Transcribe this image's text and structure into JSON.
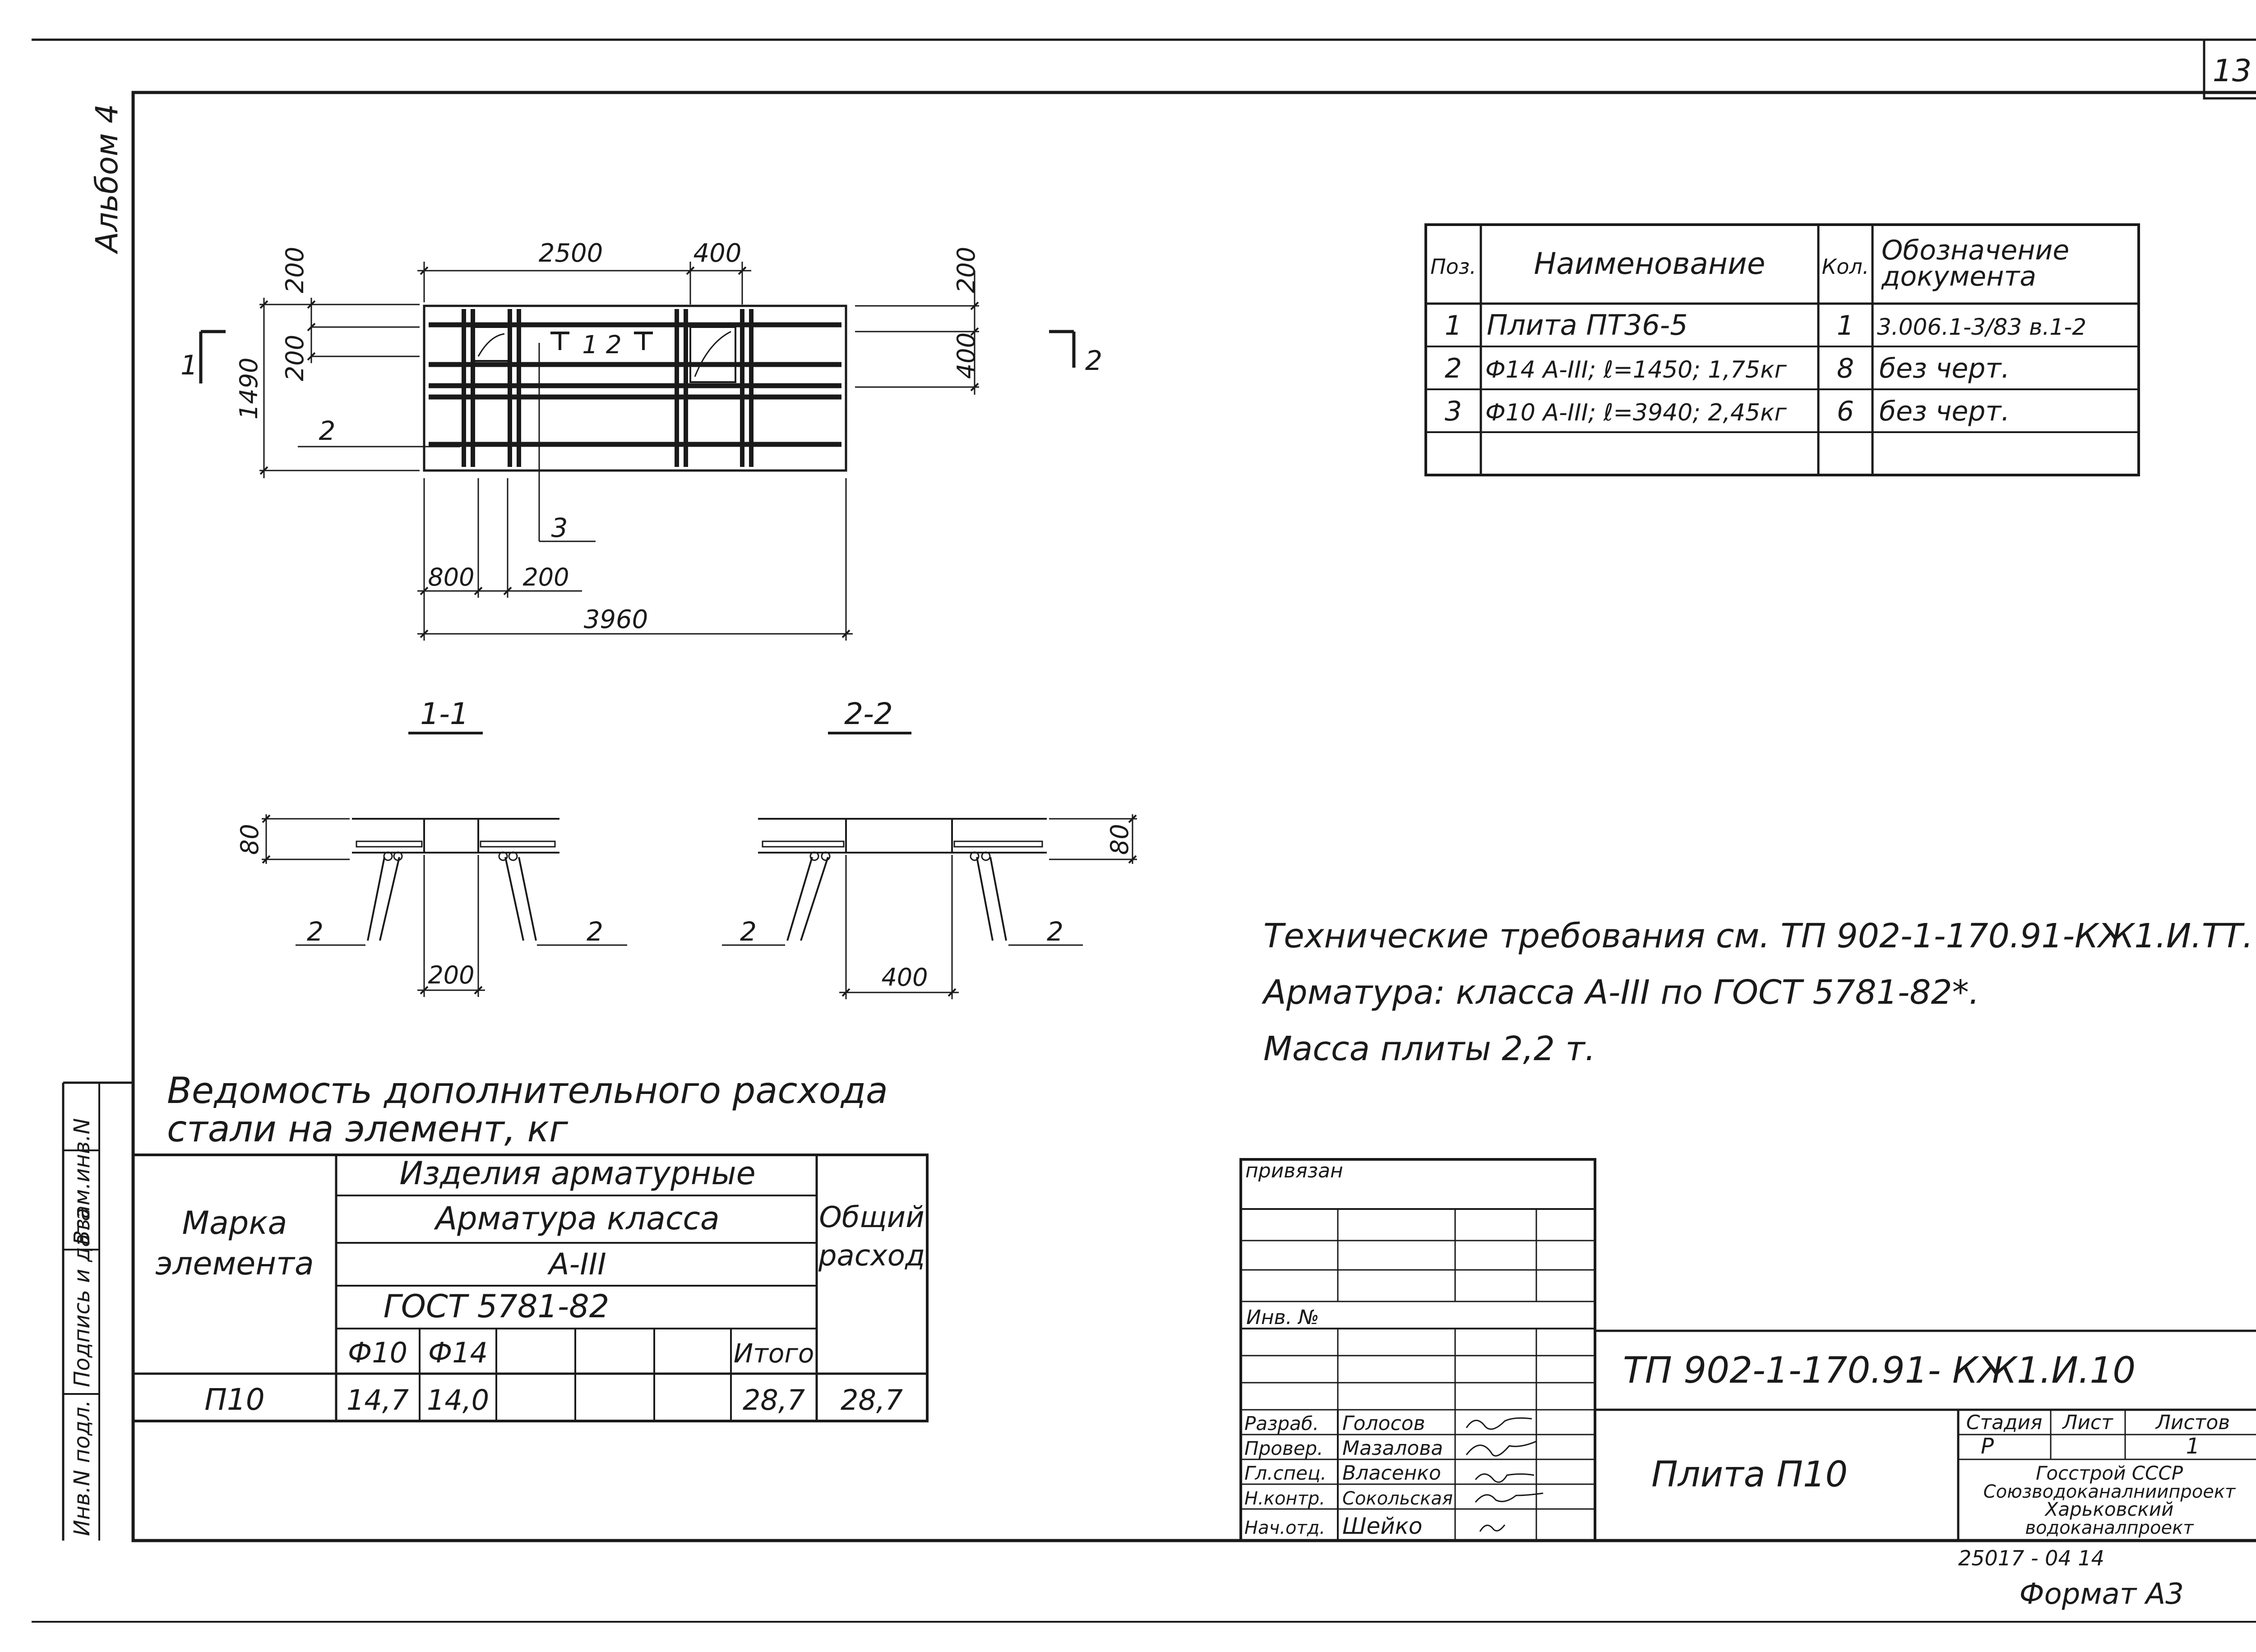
{
  "sheet": {
    "number": "13",
    "album_label": "Альбом 4",
    "format_label": "Формат А3",
    "print_code": "25017 - 04   14"
  },
  "plan": {
    "dims": {
      "d2500": "2500",
      "d400_top": "400",
      "d200_top_left": "200",
      "d200_mid_left": "200",
      "d1490": "1490",
      "d200_top_right": "200",
      "d400_right": "400",
      "d800": "800",
      "d200_bottom": "200",
      "d3960": "3960"
    },
    "labels": {
      "cut1": "1",
      "cut2": "2",
      "pos2": "2",
      "pos3": "3",
      "inner_cuts": "1  2"
    }
  },
  "sections": {
    "s11": {
      "title": "1-1",
      "dim_h": "80",
      "dim_w": "200",
      "pos_left": "2",
      "pos_right": "2"
    },
    "s22": {
      "title": "2-2",
      "dim_h": "80",
      "dim_w": "400",
      "pos_left": "2",
      "pos_right": "2"
    }
  },
  "spec": {
    "headers": [
      "Поз.",
      "Наименование",
      "Кол.",
      "Обозначение документа"
    ],
    "rows": [
      [
        "1",
        "Плита ПТ36-5",
        "1",
        "3.006.1-3/83 в.1-2"
      ],
      [
        "2",
        "Ф14 А-III; ℓ=1450; 1,75кг",
        "8",
        "без черт."
      ],
      [
        "3",
        "Ф10 А-III; ℓ=3940; 2,45кг",
        "6",
        "без черт."
      ],
      [
        "",
        "",
        "",
        ""
      ]
    ]
  },
  "notes": [
    "Технические требования см. ТП 902-1-170.91-КЖ1.И.ТТ.",
    "Арматура: класса А-III по ГОСТ 5781-82*.",
    "Масса плиты  2,2 т."
  ],
  "steel": {
    "title_line1": "Ведомость дополнительного расхода",
    "title_line2": "стали на элемент, кг",
    "col_mark": "Марка элемента",
    "h1": "Изделия арматурные",
    "h2": "Арматура  класса",
    "h3": "А-III",
    "h4": "ГОСТ 5781-82",
    "col_total": "Общий расход",
    "sub": [
      "Ф10",
      "Ф14",
      "",
      "",
      "",
      "Итого"
    ],
    "row": {
      "mark": "П10",
      "v10": "14,7",
      "v14": "14,0",
      "itogo": "28,7",
      "total": "28,7"
    }
  },
  "left_strip": [
    "Инв.N подл.",
    "Подпись и дата",
    "Взам.инв.N"
  ],
  "stamp": {
    "privyazan": "привязан",
    "inv_no": "Инв. №",
    "code": "ТП 902-1-170.91- КЖ1.И.10",
    "title": "Плита П10",
    "stadia_h": "Стадия",
    "list_h": "Лист",
    "listov_h": "Листов",
    "stadia": "Р",
    "list": "",
    "listov": "1",
    "org": [
      "Госстрой СССР",
      "Союзводоканалниипроект",
      "Харьковский",
      "водоканалпроект"
    ],
    "people": [
      [
        "Разраб.",
        "Голосов"
      ],
      [
        "Провер.",
        "Мазалова"
      ],
      [
        "Гл.спец.",
        "Власенко"
      ],
      [
        "Н.контр.",
        "Сокольская"
      ],
      [
        "Нач.отд.",
        "Шейко"
      ]
    ]
  }
}
